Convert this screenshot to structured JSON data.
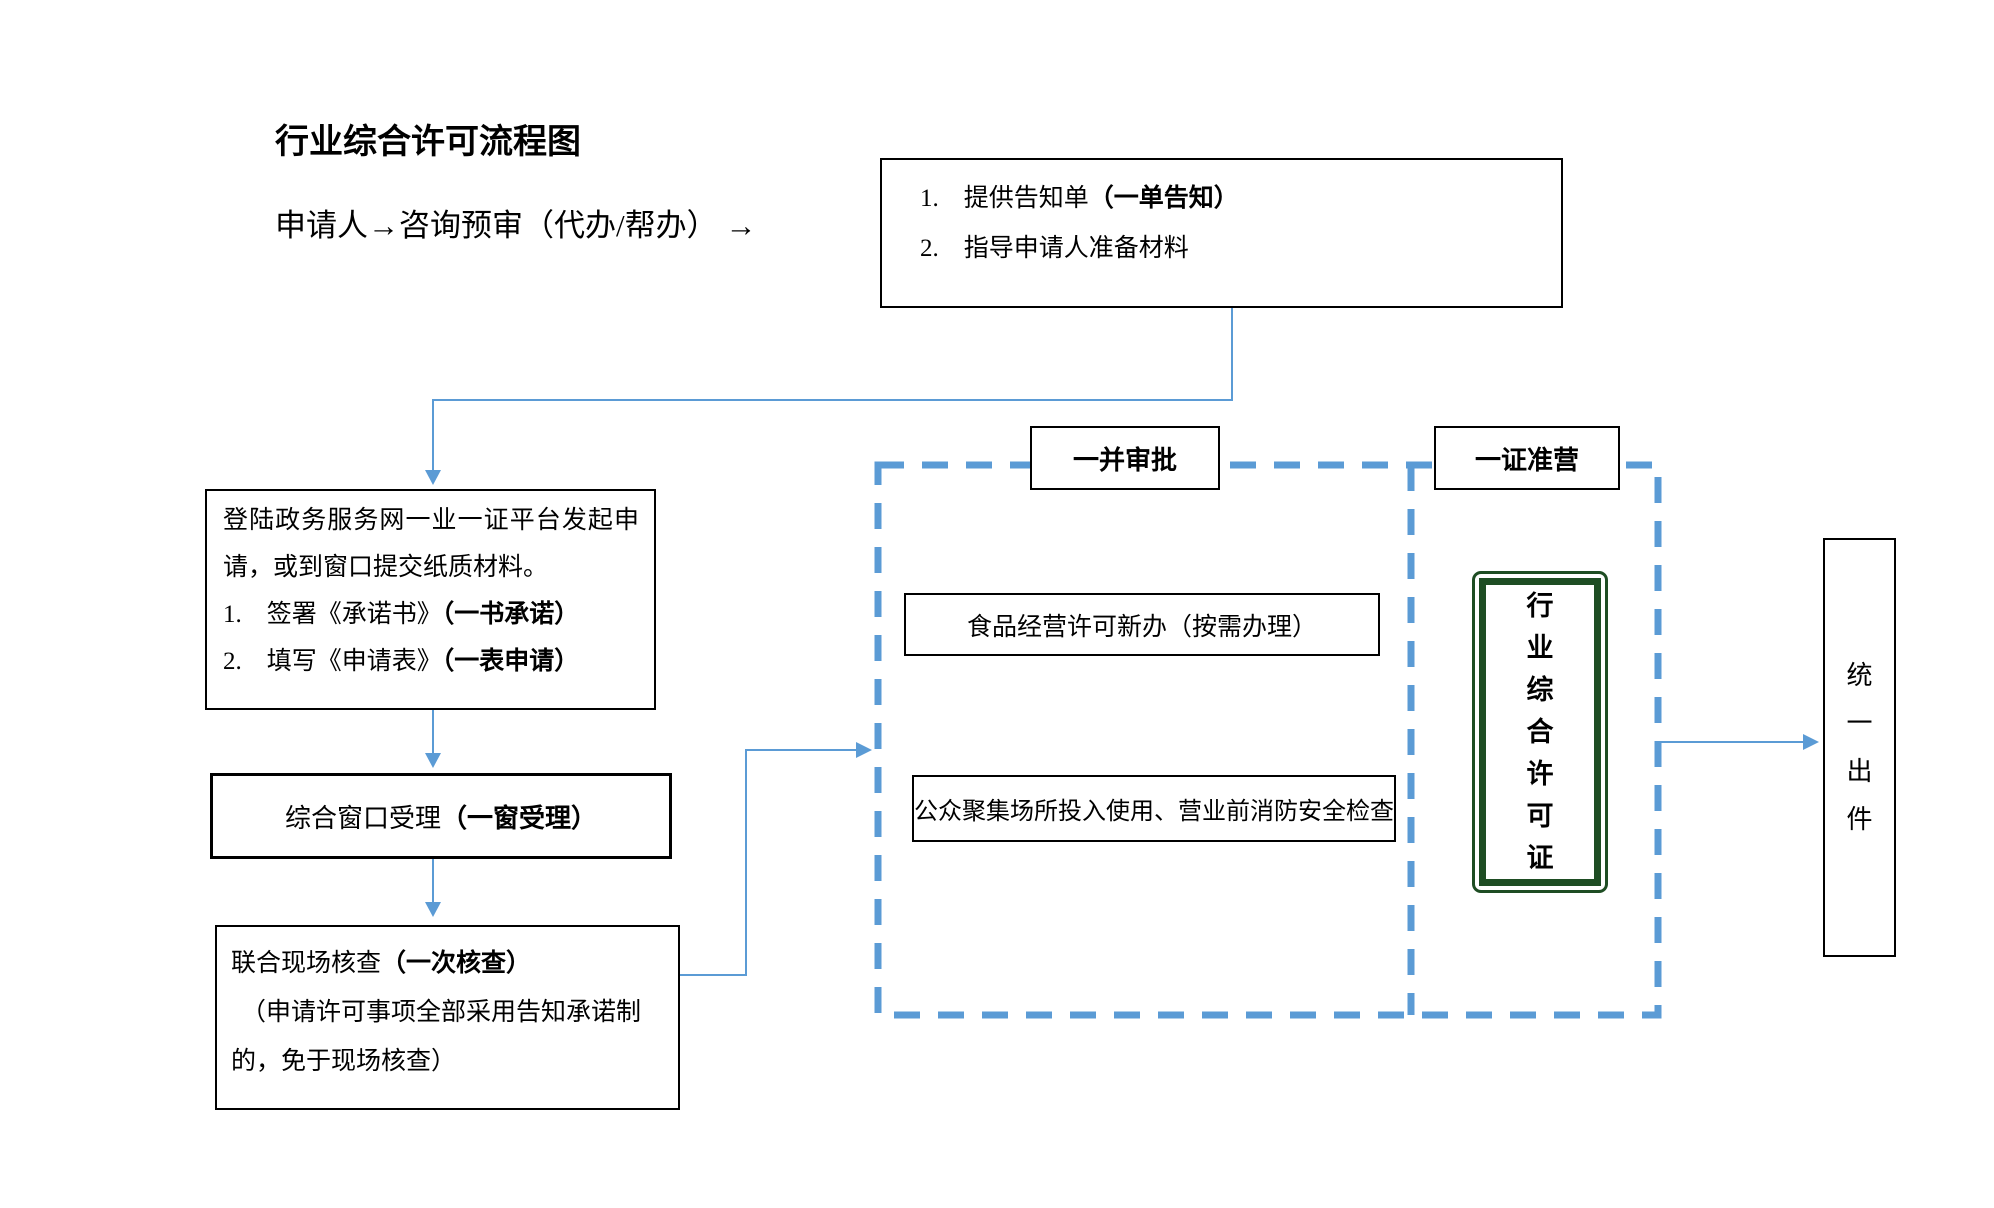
{
  "page": {
    "title": "行业综合许可流程图",
    "subtitle": "申请人→咨询预审（代办/帮办） →"
  },
  "notice_box": {
    "items": [
      {
        "num": "1.",
        "text": "提供告知单",
        "em": "（一单告知）"
      },
      {
        "num": "2.",
        "text": "指导申请人准备材料",
        "em": ""
      }
    ]
  },
  "apply_box": {
    "intro": "登陆政务服务网一业一证平台发起申请，或到窗口提交纸质材料。",
    "items": [
      {
        "num": "1.",
        "text": "签署《承诺书》",
        "em": "（一书承诺）"
      },
      {
        "num": "2.",
        "text": "填写《申请表》",
        "em": "（一表申请）"
      }
    ]
  },
  "window_box": {
    "text": "综合窗口受理",
    "em": "（一窗受理）"
  },
  "inspect_box": {
    "text": "联合现场核查",
    "em": "（一次核查）",
    "note": "（申请许可事项全部采用告知承诺制的，免于现场核查）"
  },
  "approval_zone": {
    "label": "一并审批"
  },
  "permit_zone": {
    "label": "一证准营"
  },
  "food_box": {
    "text": "食品经营许可新办（按需办理）"
  },
  "fire_box": {
    "text": "公众聚集场所投入使用、营业前消防安全检查"
  },
  "cert_box": {
    "text": "行业综合许可证"
  },
  "output_box": {
    "text": "统一出件"
  },
  "colors": {
    "connector_blue": "#5B9BD5",
    "cert_green": "#1E4D23",
    "box_border": "#000000"
  }
}
